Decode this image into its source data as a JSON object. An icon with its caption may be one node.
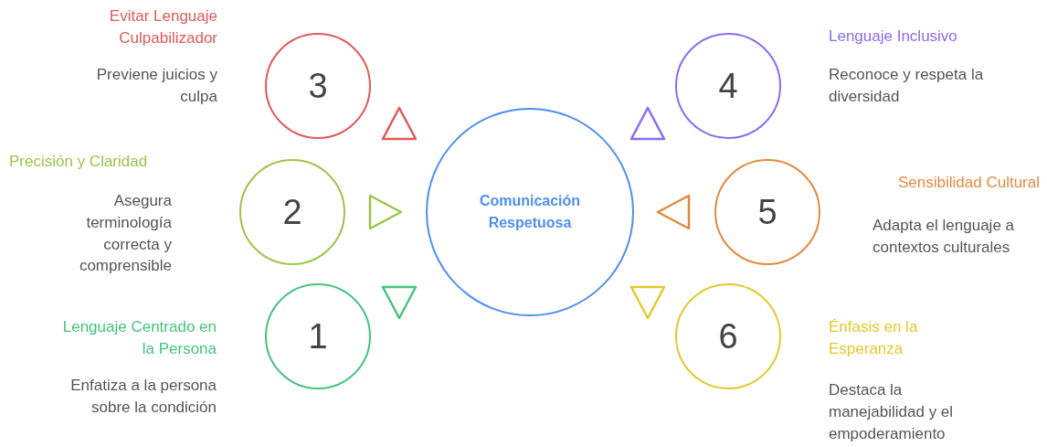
{
  "diagram": {
    "nodes": [
      {
        "text": [
          "3"
        ],
        "beside": [
          "Evitar Lenguaje Culpabilizador",
          "Previene juicios y culpa"
        ]
      },
      {
        "text": [
          "4"
        ],
        "beside": [
          "Lenguaje Inclusivo",
          "Reconoce y respeta la diversidad"
        ]
      },
      {
        "text": [
          "2"
        ],
        "beside": [
          "Precisión y Claridad",
          "Asegura terminología correcta y comprensible"
        ]
      },
      {
        "text": [
          "Comunicación Respetuosa"
        ]
      },
      {
        "text": [
          "5"
        ],
        "beside": [
          "Sensibilidad Cultural",
          "Adapta el lenguaje a contextos culturales"
        ]
      },
      {
        "text": [
          "1"
        ],
        "beside": [
          "Lenguaje Centrado en la Persona",
          "Enfatiza a la persona sobre la condición"
        ]
      },
      {
        "text": [
          "6"
        ],
        "beside": [
          "Énfasis en la Esperanza",
          "Destaca la manejabilidad y el empoderamiento"
        ]
      }
    ]
  }
}
